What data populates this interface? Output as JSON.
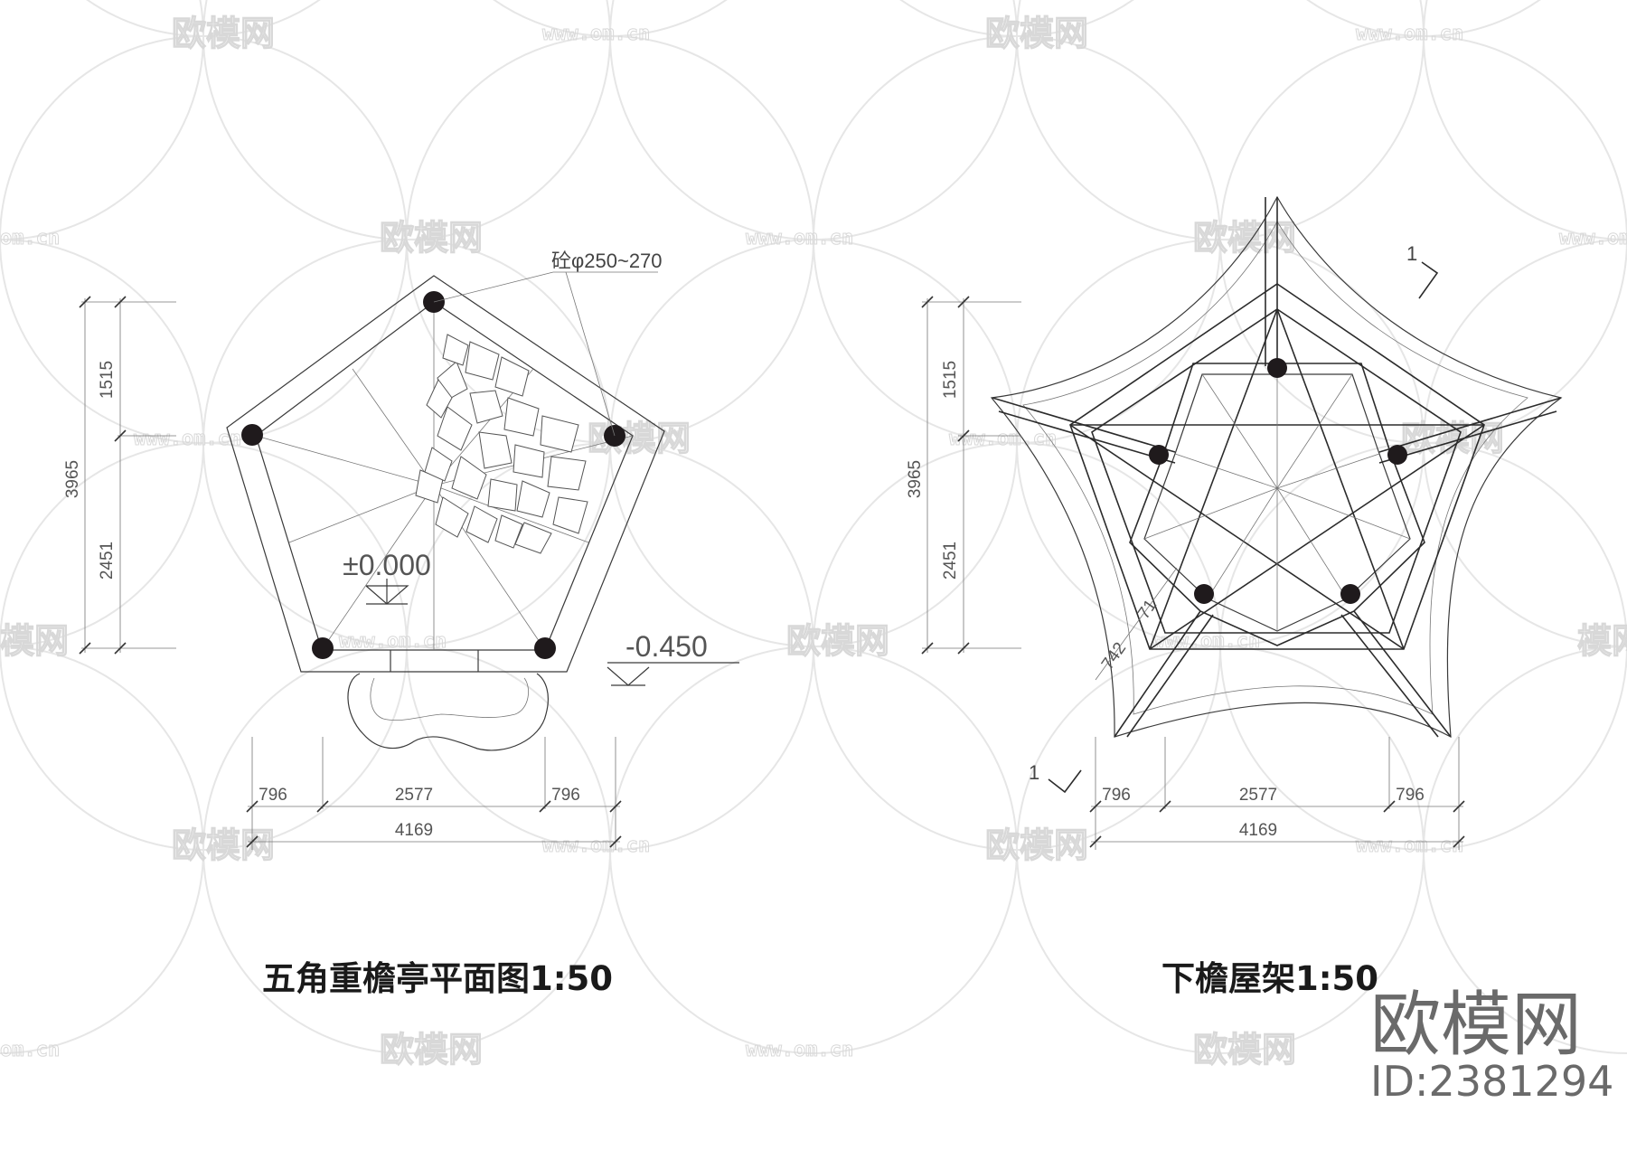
{
  "watermark": {
    "logo_text": "欧模网",
    "url_text": "www.om.cn",
    "url_short": "om.cn",
    "partial_text": "模网"
  },
  "left_plan": {
    "caption": "五角重檐亭平面图1:50",
    "column_note": "砼φ250~270",
    "level_floor": "±0.000",
    "level_ground": "-0.450",
    "dims_vertical": {
      "total": "3965",
      "upper": "1515",
      "lower": "2451"
    },
    "dims_horizontal": {
      "left": "796",
      "middle": "2577",
      "right": "796",
      "total": "4169"
    }
  },
  "right_plan": {
    "caption": "下檐屋架1:50",
    "section_mark_top": "1",
    "section_mark_bottom": "1",
    "rafter_dim_a": "742",
    "rafter_dim_b": "71",
    "dims_vertical": {
      "total": "3965",
      "upper": "1515",
      "lower": "2451"
    },
    "dims_horizontal": {
      "left": "796",
      "middle": "2577",
      "right": "796",
      "total": "4169"
    }
  },
  "brand": {
    "name": "欧模网",
    "id_label": "ID:2381294"
  }
}
